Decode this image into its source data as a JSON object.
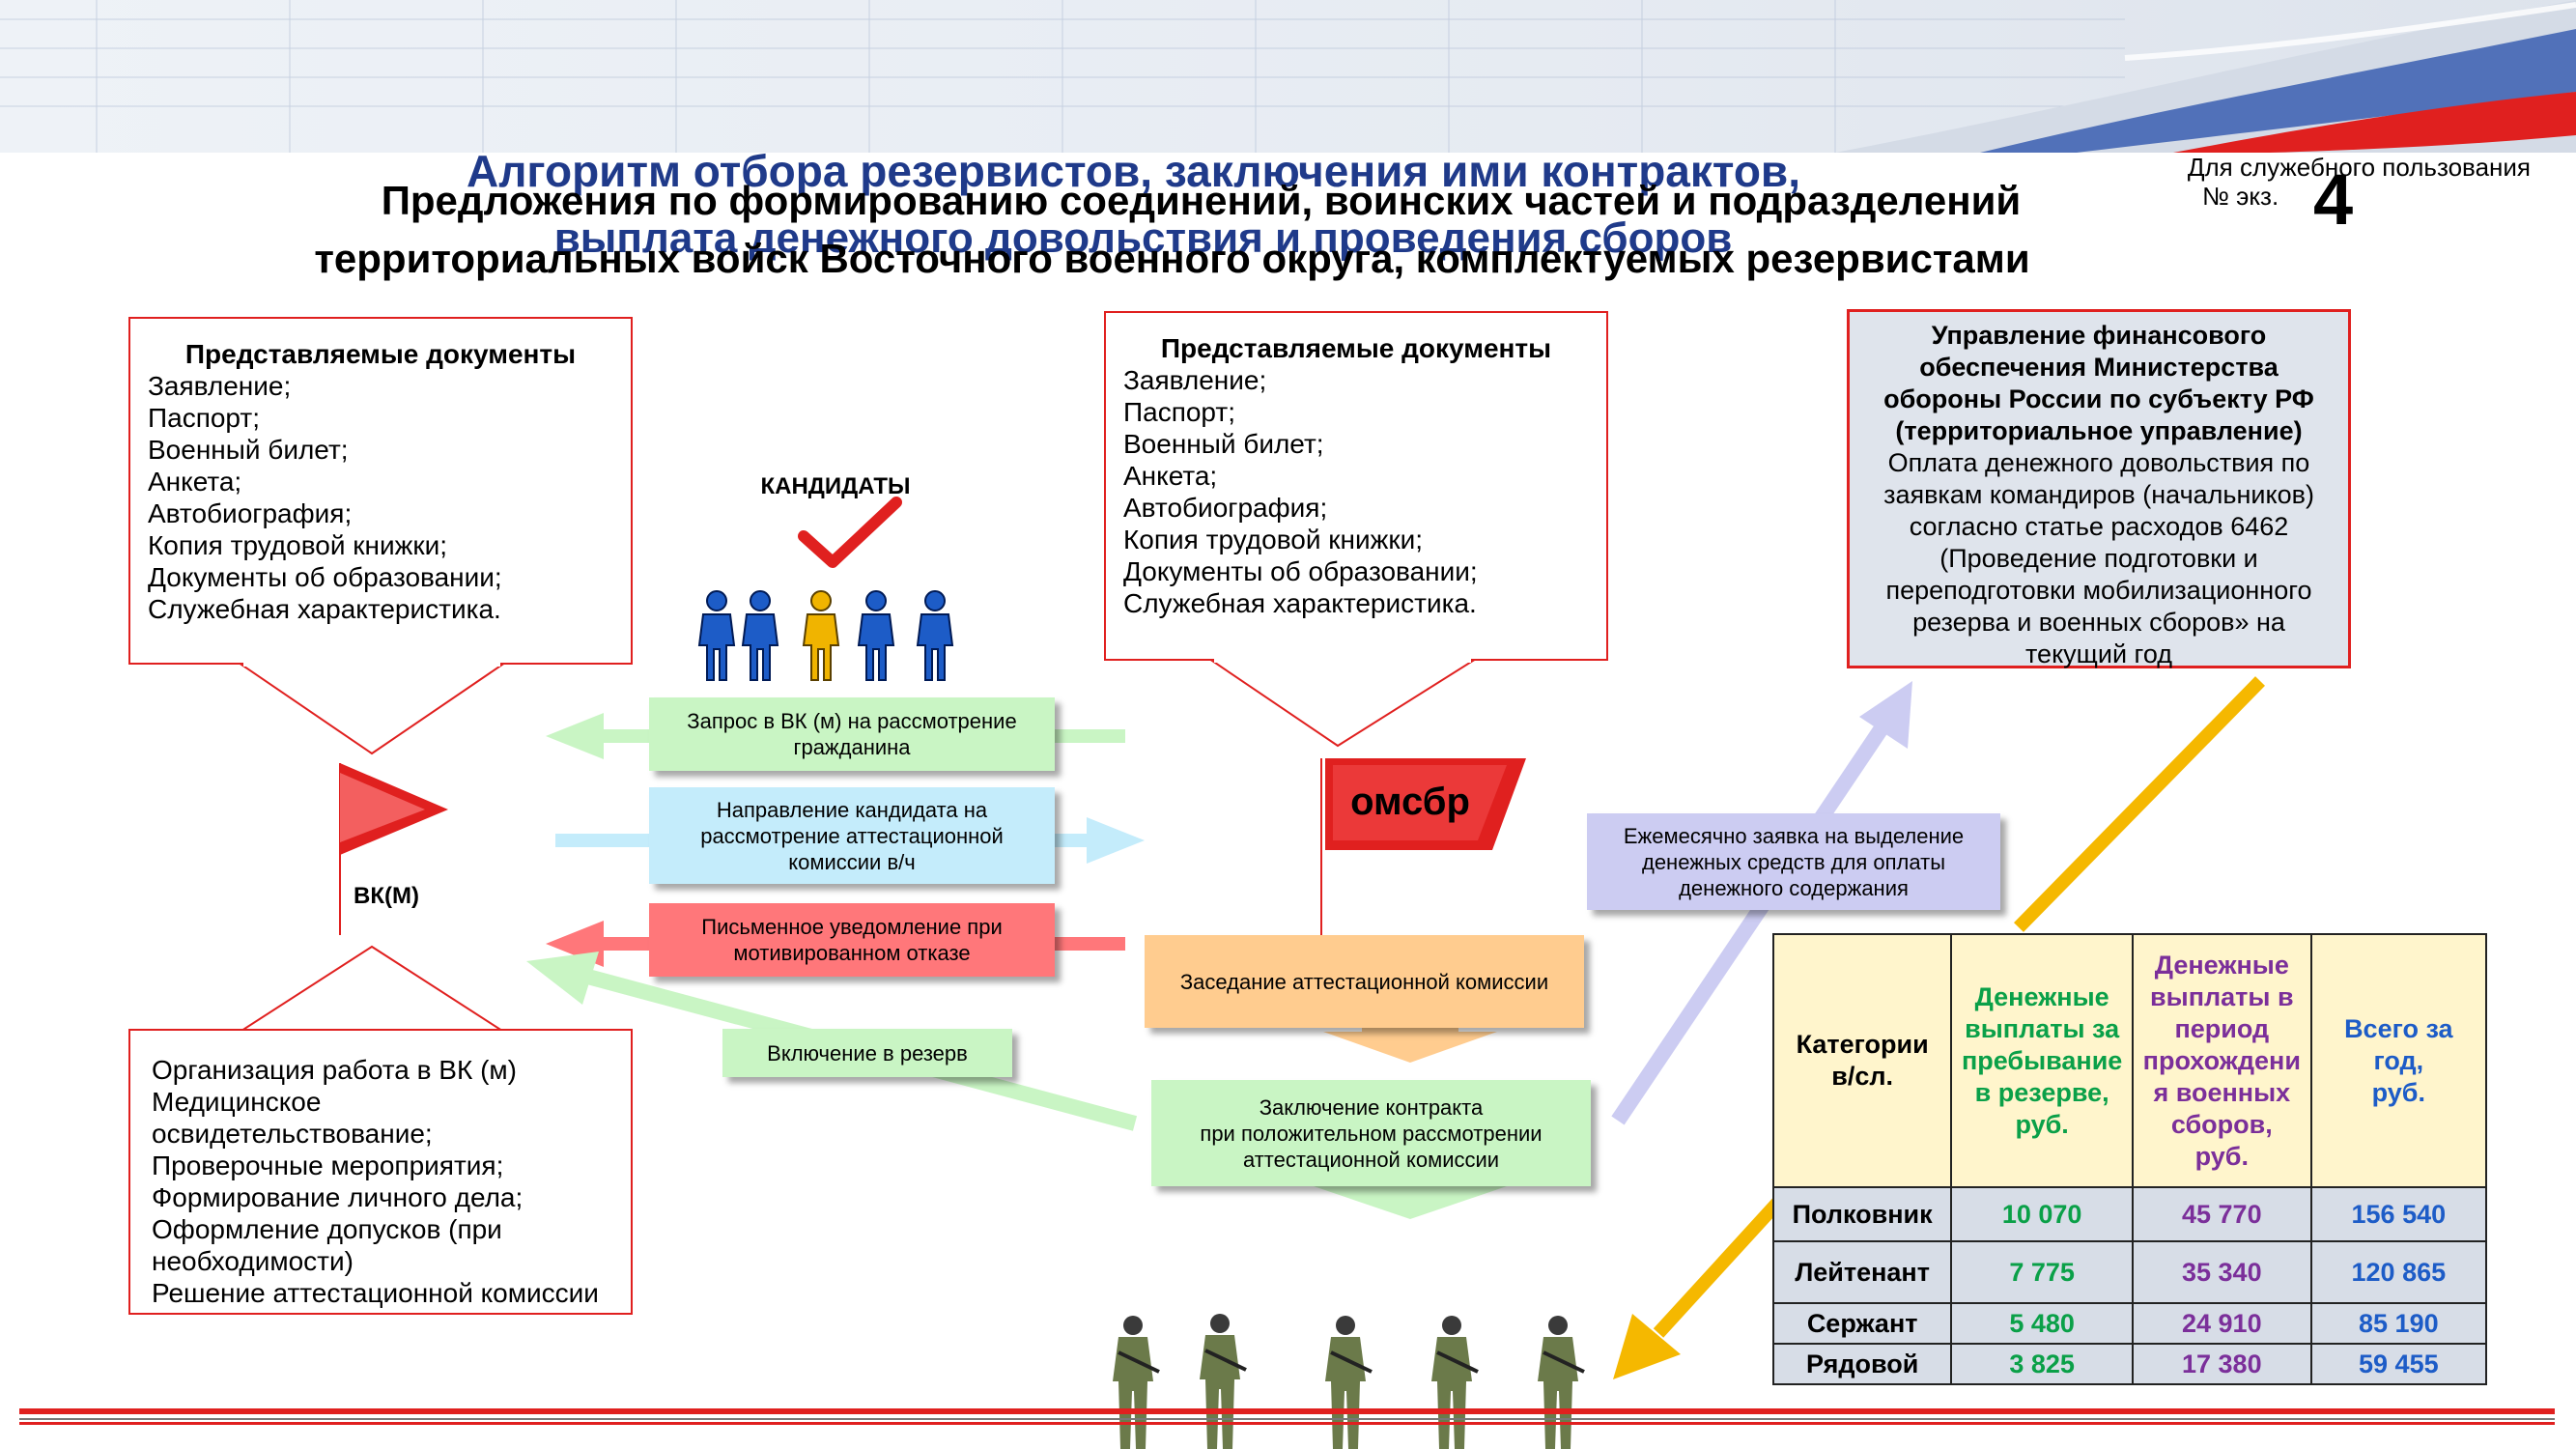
{
  "header": {
    "classification": "Для служебного пользования",
    "copy_number_label": "№ экз.",
    "slide_number": "4",
    "title_overlay_line1": "Алгоритм отбора резервистов, заключения ими контрактов,",
    "title_line1": "Предложения по формированию соединений, воинских частей и подразделений",
    "title_overlay_line2": "выплата денежного довольствия и проведения сборов",
    "title_line2": "территориальных войск Восточного военного округа, комплектуемых резервистами"
  },
  "left_docs": {
    "heading": "Представляемые документы",
    "items": [
      "Заявление;",
      "Паспорт;",
      "Военный билет;",
      "Анкета;",
      "Автобиография;",
      "Копия трудовой книжки;",
      "Документы об образовании;",
      "Служебная характеристика."
    ]
  },
  "center_docs": {
    "heading": "Представляемые документы",
    "items": [
      "Заявление;",
      "Паспорт;",
      "Военный билет;",
      "Анкета;",
      "Автобиография;",
      "Копия трудовой книжки;",
      "Документы об образовании;",
      "Служебная характеристика."
    ]
  },
  "finance": {
    "heading_lines": [
      "Управление финансового",
      "обеспечения Министерства",
      "обороны России по субъекту РФ",
      "(территориальное управление)"
    ],
    "body_lines": [
      "Оплата денежного довольствия по",
      "заявкам командиров (начальников)",
      "согласно статье расходов 6462",
      "(Проведение подготовки и",
      "переподготовки мобилизационного",
      "резерва и военных сборов» на",
      "текущий год"
    ]
  },
  "candidates_label": "КАНДИДАТЫ",
  "vkm_label": "ВК(М)",
  "omsbr_label": "омсбр",
  "flow": {
    "request": "Запрос в ВК (м) на рассмотрение гражданина",
    "direction": "Направление кандидата на рассмотрение аттестационной комиссии в/ч",
    "refusal": "Письменное уведомление  при мотивированном отказе",
    "reserve": "Включение в резерв",
    "meeting": "Заседание аттестационной комиссии",
    "contract_lines": [
      "Заключение контракта",
      "при положительном рассмотрении",
      "аттестационной комиссии"
    ],
    "monthly": "Ежемесячно заявка на выделение денежных средств для оплаты денежного содержания"
  },
  "bottom_left": {
    "items": [
      "Организация работа в ВК (м)",
      "Медицинское",
      "освидетельствование;",
      "Проверочные мероприятия;",
      "Формирование личного дела;",
      "Оформление допусков (при",
      "необходимости)",
      "Решение аттестационной комиссии"
    ]
  },
  "pay_table": {
    "headers": [
      "Категории в/сл.",
      "Денежные выплаты за пребывание в резерве, руб.",
      "Денежные выплаты в период прохождения военных сборов, руб.",
      "Всего за год, руб."
    ],
    "header_lines": [
      [
        "Категории",
        "в/сл."
      ],
      [
        "Денежные",
        "выплаты за",
        "пребывание",
        "в резерве,",
        "руб."
      ],
      [
        "Денежные",
        "выплаты в",
        "период",
        "прохождени",
        "я военных",
        "сборов,",
        "руб."
      ],
      [
        "Всего за",
        "год,",
        "руб."
      ]
    ],
    "rows": [
      [
        "Полковник",
        "10 070",
        "45 770",
        "156 540"
      ],
      [
        "Лейтенант",
        "7 775",
        "35 340",
        "120 865"
      ],
      [
        "Сержант",
        "5 480",
        "24 910",
        "85 190"
      ],
      [
        "Рядовой",
        "3 825",
        "17 380",
        "59 455"
      ]
    ]
  },
  "colors": {
    "accent_red": "#e0201f",
    "title_blue": "#1f3a8a",
    "person_blue": "#1d5cc7",
    "person_yellow": "#f0b400",
    "green_value": "#0aa048",
    "purple_value": "#7b2f9a",
    "blue_value": "#1d5cc7"
  }
}
